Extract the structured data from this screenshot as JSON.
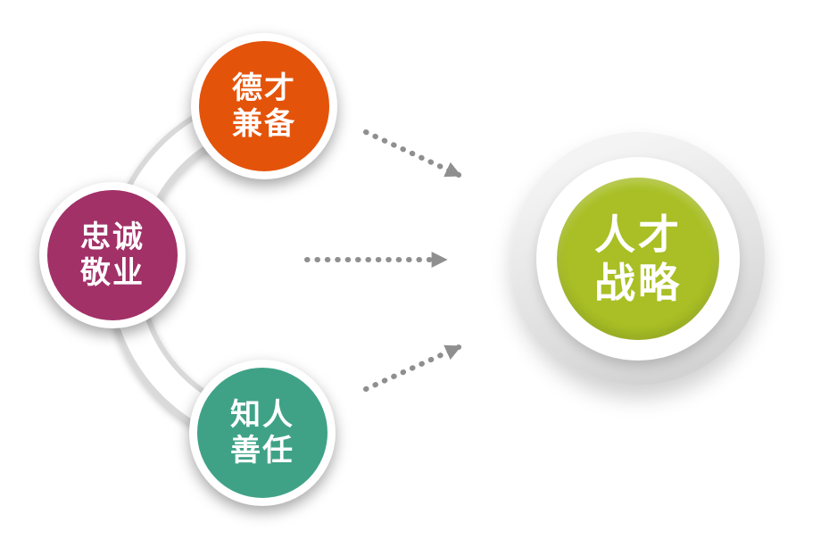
{
  "nodes": [
    {
      "line1": "德才",
      "line2": "兼备",
      "color": "#e4530a"
    },
    {
      "line1": "忠诚",
      "line2": "敬业",
      "color": "#a23168"
    },
    {
      "line1": "知人",
      "line2": "善任",
      "color": "#3fa287"
    }
  ],
  "target": {
    "line1": "人才",
    "line2": "战略",
    "color": "#a9bf25"
  },
  "style": {
    "arrow_color": "#8f8f8f",
    "arc_edge": "#d9d9d9",
    "arc_fill": "#ffffff",
    "background": "#ffffff"
  }
}
